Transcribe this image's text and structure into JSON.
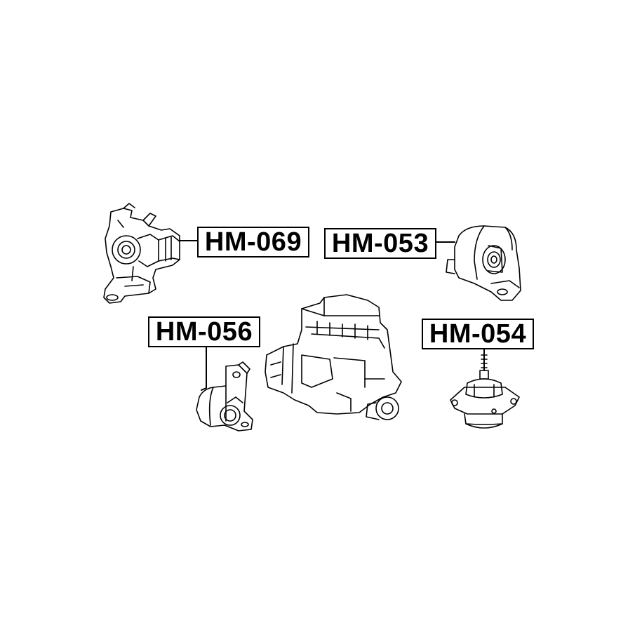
{
  "parts": [
    {
      "id": "mount-069",
      "code": "HM-069"
    },
    {
      "id": "mount-053",
      "code": "HM-053"
    },
    {
      "id": "mount-056",
      "code": "HM-056"
    },
    {
      "id": "mount-054",
      "code": "HM-054"
    }
  ],
  "colors": {
    "line": "#000000",
    "background": "#ffffff"
  }
}
